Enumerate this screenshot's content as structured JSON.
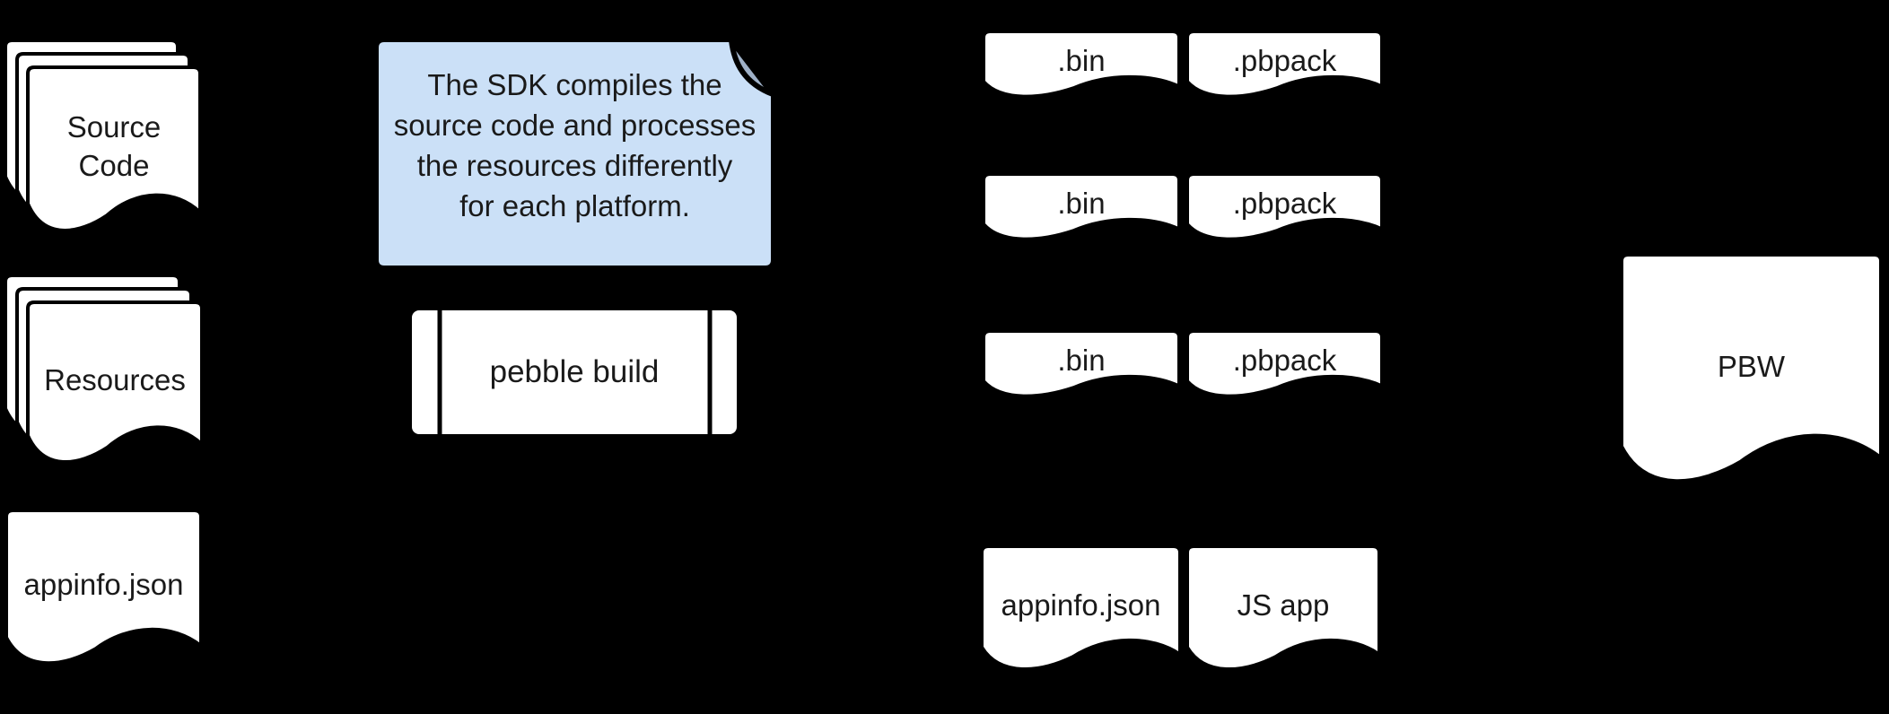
{
  "colors": {
    "background": "#000000",
    "shape_fill": "#ffffff",
    "outline": "#000000",
    "text": "#1a1a1a",
    "note_fill": "#cbe0f7",
    "note_fold": "#9fb1c8"
  },
  "nodes": {
    "source_code": {
      "label": "Source\nCode"
    },
    "resources": {
      "label": "Resources"
    },
    "appinfo_input": {
      "label": "appinfo.json"
    },
    "note": {
      "text": "The SDK compiles the\nsource code and processes\nthe resources differently\nfor each platform."
    },
    "process": {
      "label": "pebble build"
    },
    "outputs": [
      {
        "bin": ".bin",
        "pbpack": ".pbpack"
      },
      {
        "bin": ".bin",
        "pbpack": ".pbpack"
      },
      {
        "bin": ".bin",
        "pbpack": ".pbpack"
      }
    ],
    "appinfo_output": {
      "label": "appinfo.json"
    },
    "js_app": {
      "label": "JS app"
    },
    "pbw": {
      "label": "PBW"
    }
  }
}
